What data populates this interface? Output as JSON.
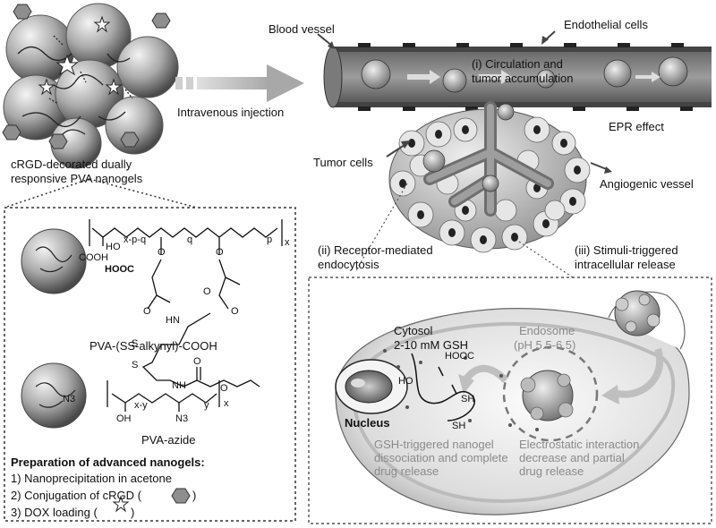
{
  "top_left": {
    "title_line1": "cRGD-decorated dually",
    "title_line2": "responsive PVA nanogels",
    "injection": "Intravenous injection"
  },
  "vessel": {
    "blood_vessel": "Blood vessel",
    "endothelial_cells": "Endothelial cells",
    "circulation_line1": "(i) Circulation and",
    "circulation_line2": "tumor accumulation",
    "epr": "EPR effect",
    "tumor_cells": "Tumor cells",
    "angiogenic": "Angiogenic vessel"
  },
  "steps": {
    "endocytosis_line1": "(ii) Receptor-mediated",
    "endocytosis_line2": "endocytosis",
    "release_line1": "(iii) Stimuli-triggered",
    "release_line2": "intracellular release"
  },
  "polymers": {
    "pva_ss_label": "PVA-(SS-alkynyl)-COOH",
    "pva_azide_label": "PVA-azide",
    "subscripts": {
      "xpq": "x-p-q",
      "q": "q",
      "p": "p",
      "x": "x",
      "xy": "x-y",
      "y": "y"
    },
    "atoms": {
      "ho": "HO",
      "o": "O",
      "hooc": "HOOC",
      "hn": "HN",
      "nh": "NH",
      "s": "S",
      "oh": "OH",
      "n3": "N3",
      "cooh": "COOH"
    }
  },
  "preparation": {
    "title": "Preparation of advanced nanogels:",
    "step1": "1) Nanoprecipitation in acetone",
    "step2_prefix": "2) Conjugation of cRGD (",
    "step3_prefix": "3) DOX loading (",
    "close": ")"
  },
  "cell": {
    "cytosol_line1": "Cytosol",
    "cytosol_line2": "2-10 mM GSH",
    "endosome_line1": "Endosome",
    "endosome_line2": "(pH 5.5-6.5)",
    "nucleus": "Nucleus",
    "gsh_line1": "GSH-triggered nanogel",
    "gsh_line2": "dissociation and complete",
    "gsh_line3": "drug release",
    "electro_line1": "Electrostatic interaction",
    "electro_line2": "decrease and partial",
    "electro_line3": "drug release",
    "chain_labels": {
      "sh": "SH",
      "ho": "HO",
      "hooc": "HOOC"
    }
  }
}
